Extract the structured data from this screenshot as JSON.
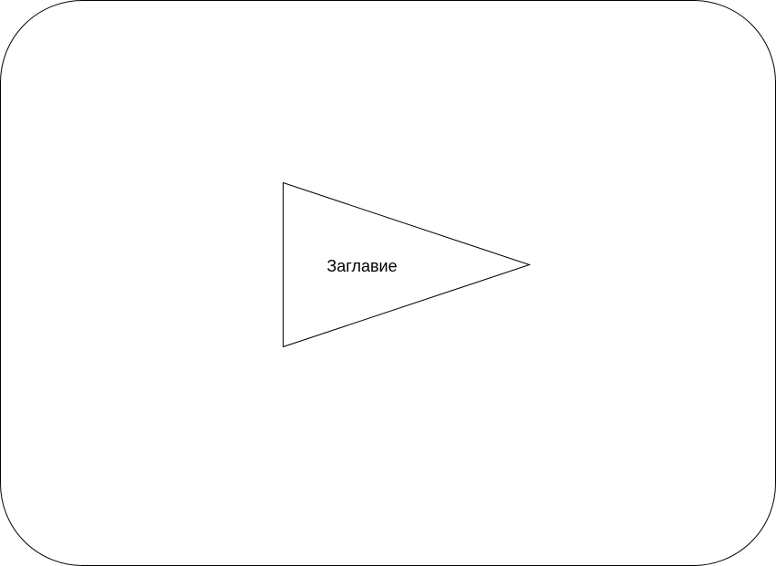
{
  "diagram": {
    "nodes": [
      {
        "id": "container",
        "shape": "rounded-rectangle",
        "stroke": "#000000",
        "fill": "#ffffff",
        "label": ""
      },
      {
        "id": "triangle",
        "shape": "triangle-pointing-right",
        "stroke": "#000000",
        "fill": "#ffffff",
        "label": "Заглавие"
      }
    ]
  }
}
